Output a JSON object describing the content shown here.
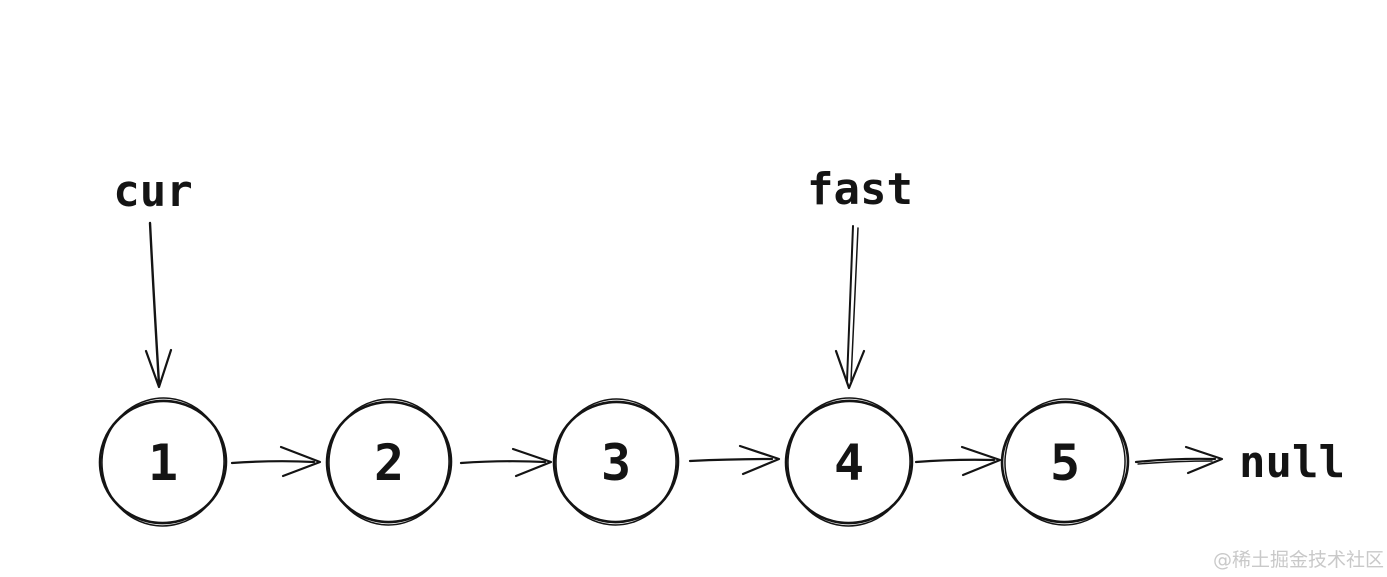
{
  "diagram": {
    "type": "linked-list",
    "pointers": [
      {
        "label": "cur",
        "points_to_node": "1"
      },
      {
        "label": "fast",
        "points_to_node": "4"
      }
    ],
    "nodes": [
      "1",
      "2",
      "3",
      "4",
      "5"
    ],
    "links": [
      {
        "from": "1",
        "to": "2"
      },
      {
        "from": "2",
        "to": "3"
      },
      {
        "from": "3",
        "to": "4"
      },
      {
        "from": "4",
        "to": "5"
      },
      {
        "from": "5",
        "to": "null"
      }
    ],
    "terminal_label": "null",
    "watermark": "@稀土掘金技术社区",
    "colors": {
      "ink": "#141414",
      "watermark": "#c9c9c9",
      "background": "#ffffff"
    }
  }
}
